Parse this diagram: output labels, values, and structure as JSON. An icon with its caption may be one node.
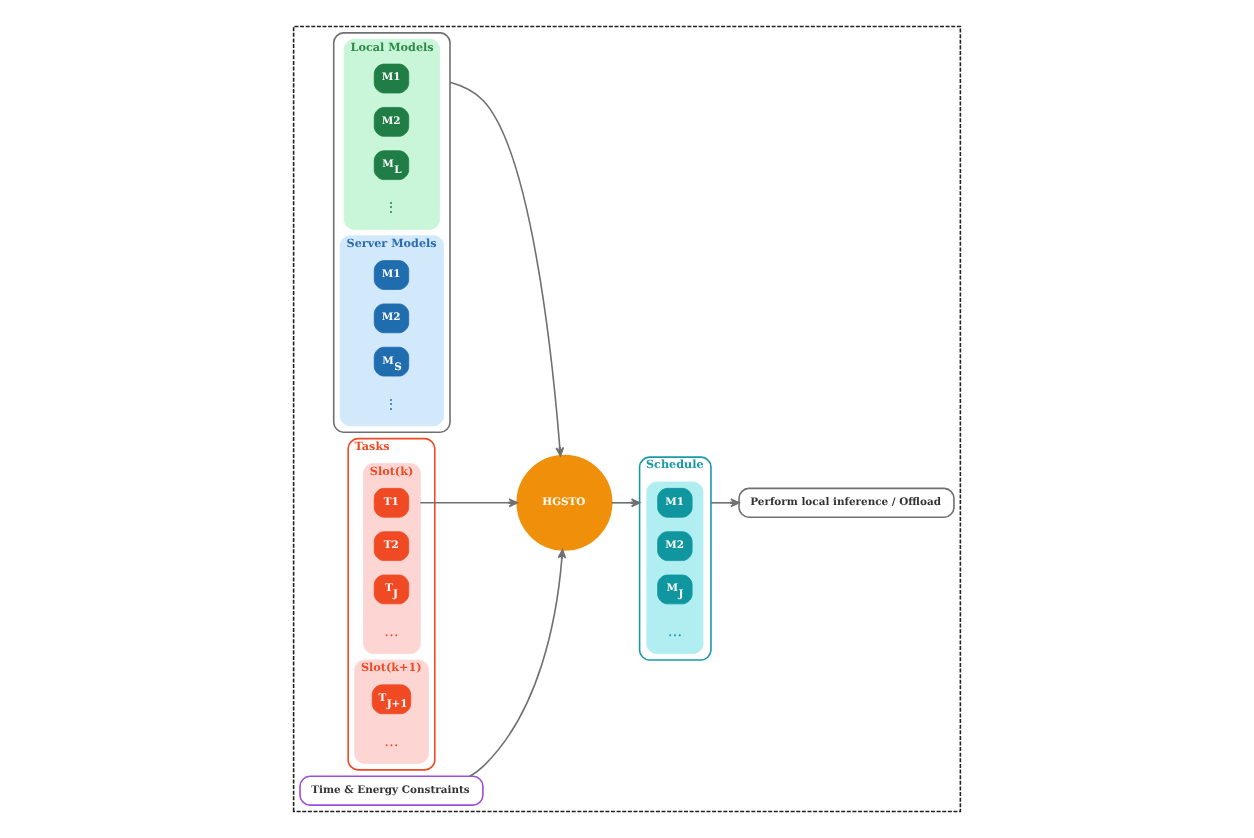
{
  "diagram": {
    "nodes": [
      {
        "text": [],
        "shape": "box"
      },
      {
        "text": [],
        "shape": "box",
        "in": 0
      },
      {
        "text": [
          "Local Models"
        ],
        "in": 1
      },
      {
        "text": [
          "M1"
        ],
        "in": 2
      },
      {
        "text": [
          "M2"
        ],
        "in": 2
      },
      {
        "text": [
          "M$_{L}$"
        ],
        "in": 2
      },
      {
        "text": [
          "Server Models"
        ],
        "in": 1
      },
      {
        "text": [
          "M1"
        ],
        "in": 6
      },
      {
        "text": [
          "M2"
        ],
        "in": 6
      },
      {
        "text": [
          "M$_{S}$"
        ],
        "in": 6
      },
      {
        "text": [
          "Schedule"
        ],
        "in": 0
      },
      {
        "text": [],
        "shape": "box",
        "in": 10
      },
      {
        "text": [
          "M1"
        ],
        "in": 11
      },
      {
        "text": [
          "M2"
        ],
        "in": 11
      },
      {
        "text": [
          "M$_{J}$"
        ],
        "in": 11
      },
      {
        "text": [
          "Perform local inference / Offload"
        ],
        "in": 0
      },
      {
        "text": [
          "HGSTO"
        ],
        "in": 0
      },
      {
        "text": [
          "Time & Energy Constraints"
        ],
        "in": 0
      },
      {
        "text": [
          "Tasks"
        ],
        "in": 0
      },
      {
        "text": [
          "Slot(k)"
        ],
        "in": 18
      },
      {
        "text": [
          "T1"
        ],
        "in": 19
      },
      {
        "text": [
          "T2"
        ],
        "in": 19
      },
      {
        "text": [
          "T$_{J}$"
        ],
        "in": 19
      },
      {
        "text": [
          "Slot(k+1)"
        ],
        "in": 18
      },
      {
        "text": [
          "T$_{J+1}$"
        ],
        "in": 23
      }
    ],
    "edges": [
      {
        "from": 1,
        "to": 16,
        "arrow": "to"
      },
      {
        "from": 19,
        "to": 16,
        "arrow": "to"
      },
      {
        "from": 17,
        "to": 16,
        "arrow": "to"
      },
      {
        "from": 16,
        "to": 10,
        "arrow": "to"
      },
      {
        "from": 10,
        "to": 15,
        "arrow": "to"
      }
    ],
    "labels": [
      "…",
      "⋮",
      "⋮",
      "…",
      "…"
    ]
  }
}
